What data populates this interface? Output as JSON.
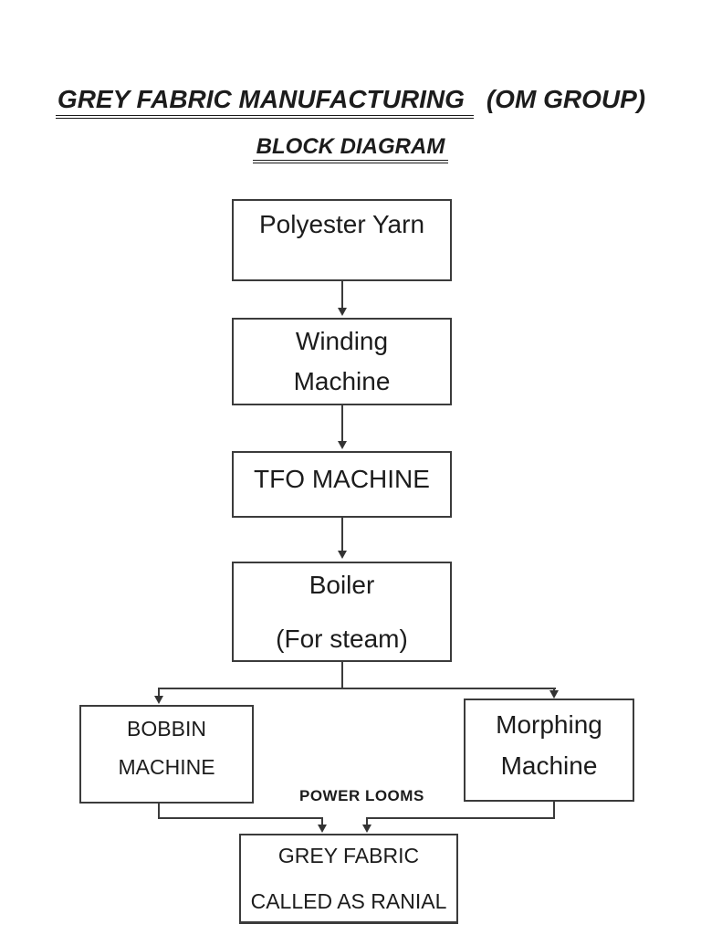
{
  "page": {
    "background_color": "#ffffff",
    "text_color": "#1c1c1c",
    "line_color": "#3b3b3b"
  },
  "header": {
    "title_underlined": "GREY FABRIC MANUFACTURING",
    "title_suffix": "(OM GROUP)",
    "subtitle": "BLOCK DIAGRAM"
  },
  "diagram": {
    "nodes": [
      {
        "id": "polyester-yarn",
        "lines": [
          "Polyester Yarn"
        ]
      },
      {
        "id": "winding-machine",
        "lines": [
          "Winding",
          "Machine"
        ]
      },
      {
        "id": "tfo-machine",
        "lines": [
          "TFO MACHINE"
        ]
      },
      {
        "id": "boiler",
        "lines": [
          "Boiler",
          "(For steam)"
        ]
      },
      {
        "id": "bobbin-machine",
        "lines": [
          "BOBBIN",
          "MACHINE"
        ]
      },
      {
        "id": "morphing-machine",
        "lines": [
          "Morphing",
          "Machine"
        ]
      },
      {
        "id": "grey-fabric",
        "lines": [
          "GREY FABRIC",
          "CALLED AS RANIAL"
        ]
      }
    ],
    "floating_label": "POWER LOOMS",
    "flow": [
      "polyester-yarn -> winding-machine",
      "winding-machine -> tfo-machine",
      "tfo-machine -> boiler",
      "boiler -> bobbin-machine",
      "boiler -> morphing-machine",
      "bobbin-machine -> grey-fabric",
      "morphing-machine -> grey-fabric"
    ]
  }
}
